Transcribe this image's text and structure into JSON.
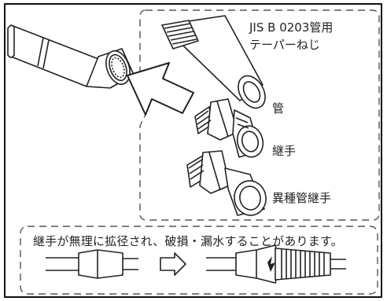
{
  "labels": {
    "standard": "JIS B 0203管用",
    "thread_type": "テーパーねじ",
    "pipe": "管",
    "fitting": "継手",
    "dissimilar_fitting": "異種管継手"
  },
  "warning": {
    "text": "継手が無理に拡径され、破損・漏水することがあります。"
  },
  "icons": [
    "insert-arrow-icon",
    "transition-arrow-icon"
  ],
  "colors": {
    "line": "#222222",
    "fill": "#ffffff",
    "dash": "#555555"
  }
}
